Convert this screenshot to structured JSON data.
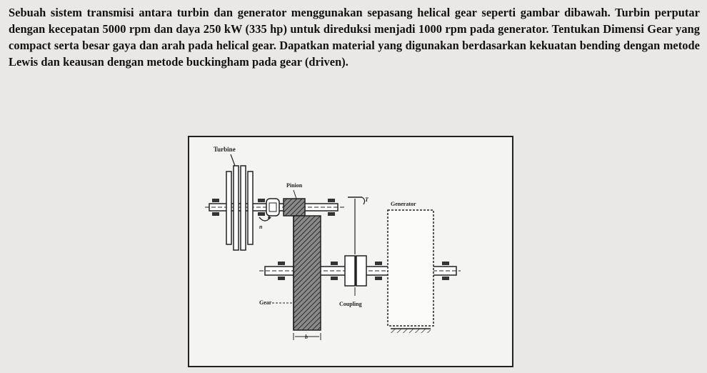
{
  "problem_text": "Sebuah sistem transmisi antara turbin dan generator menggunakan sepasang helical gear seperti gambar dibawah. Turbin perputar dengan kecepatan 5000 rpm dan daya 250 kW (335 hp) untuk direduksi menjadi 1000 rpm pada generator. Tentukan Dimensi Gear yang compact serta besar gaya dan arah pada helical gear. Dapatkan material yang digunakan berdasarkan kekuatan bending dengan metode Lewis dan keausan dengan metode buckingham pada gear (driven).",
  "figure": {
    "labels": {
      "turbine": "Turbine",
      "pinion": "Pinion",
      "generator": "Generator",
      "gear": "Gear",
      "coupling": "Coupling",
      "face_width": "b",
      "speed_symbol": "n",
      "torque_symbol": "T"
    }
  }
}
